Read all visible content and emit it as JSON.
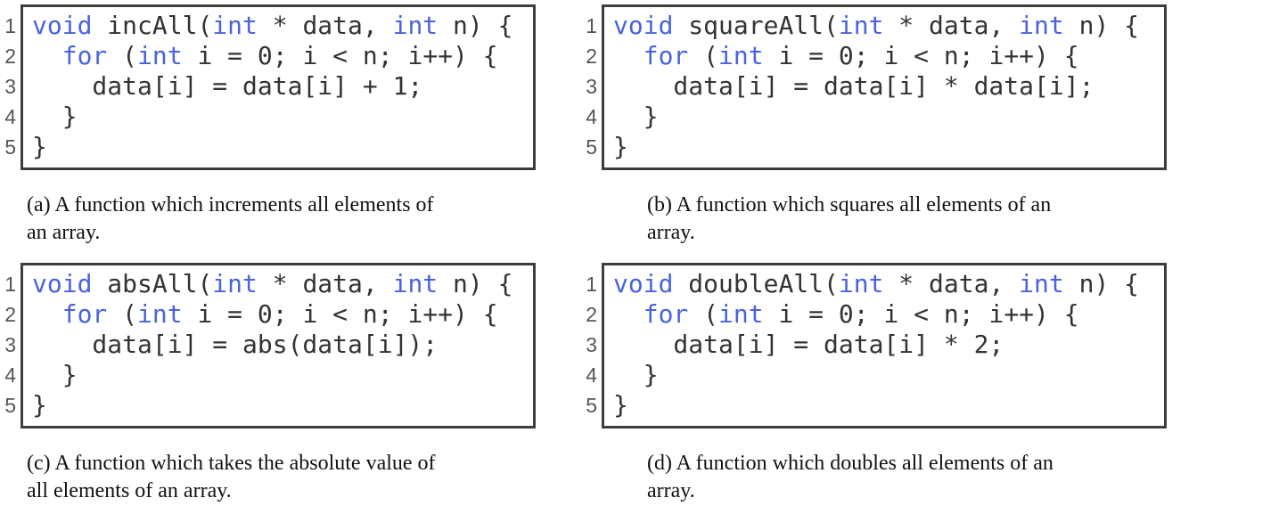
{
  "colors": {
    "keyword": "#4a63dd",
    "code_text": "#333333",
    "line_number": "#555555",
    "box_border": "#3d3d3d",
    "caption_text": "#111111",
    "background": "#ffffff"
  },
  "listings": [
    {
      "label": "a",
      "line_count": 5,
      "lines": [
        [
          {
            "k": true,
            "s": "void"
          },
          {
            "k": false,
            "s": " incAll("
          },
          {
            "k": true,
            "s": "int"
          },
          {
            "k": false,
            "s": " * data, "
          },
          {
            "k": true,
            "s": "int"
          },
          {
            "k": false,
            "s": " n) {"
          }
        ],
        [
          {
            "k": false,
            "s": "  "
          },
          {
            "k": true,
            "s": "for"
          },
          {
            "k": false,
            "s": " ("
          },
          {
            "k": true,
            "s": "int"
          },
          {
            "k": false,
            "s": " i = 0; i < n; i++) {"
          }
        ],
        [
          {
            "k": false,
            "s": "    data[i] = data[i] + 1;"
          }
        ],
        [
          {
            "k": false,
            "s": "  }"
          }
        ],
        [
          {
            "k": false,
            "s": "}"
          }
        ]
      ],
      "caption_lines": [
        "(a) A function which increments all elements of",
        "an array."
      ]
    },
    {
      "label": "b",
      "line_count": 5,
      "lines": [
        [
          {
            "k": true,
            "s": "void"
          },
          {
            "k": false,
            "s": " squareAll("
          },
          {
            "k": true,
            "s": "int"
          },
          {
            "k": false,
            "s": " * data, "
          },
          {
            "k": true,
            "s": "int"
          },
          {
            "k": false,
            "s": " n) {"
          }
        ],
        [
          {
            "k": false,
            "s": "  "
          },
          {
            "k": true,
            "s": "for"
          },
          {
            "k": false,
            "s": " ("
          },
          {
            "k": true,
            "s": "int"
          },
          {
            "k": false,
            "s": " i = 0; i < n; i++) {"
          }
        ],
        [
          {
            "k": false,
            "s": "    data[i] = data[i] * data[i];"
          }
        ],
        [
          {
            "k": false,
            "s": "  }"
          }
        ],
        [
          {
            "k": false,
            "s": "}"
          }
        ]
      ],
      "caption_lines": [
        "(b) A function which squares all elements of an",
        "array."
      ]
    },
    {
      "label": "c",
      "line_count": 5,
      "lines": [
        [
          {
            "k": true,
            "s": "void"
          },
          {
            "k": false,
            "s": " absAll("
          },
          {
            "k": true,
            "s": "int"
          },
          {
            "k": false,
            "s": " * data, "
          },
          {
            "k": true,
            "s": "int"
          },
          {
            "k": false,
            "s": " n) {"
          }
        ],
        [
          {
            "k": false,
            "s": "  "
          },
          {
            "k": true,
            "s": "for"
          },
          {
            "k": false,
            "s": " ("
          },
          {
            "k": true,
            "s": "int"
          },
          {
            "k": false,
            "s": " i = 0; i < n; i++) {"
          }
        ],
        [
          {
            "k": false,
            "s": "    data[i] = abs(data[i]);"
          }
        ],
        [
          {
            "k": false,
            "s": "  }"
          }
        ],
        [
          {
            "k": false,
            "s": "}"
          }
        ]
      ],
      "caption_lines": [
        "(c) A function which takes the absolute value of",
        "all elements of an array."
      ]
    },
    {
      "label": "d",
      "line_count": 5,
      "lines": [
        [
          {
            "k": true,
            "s": "void"
          },
          {
            "k": false,
            "s": " doubleAll("
          },
          {
            "k": true,
            "s": "int"
          },
          {
            "k": false,
            "s": " * data, "
          },
          {
            "k": true,
            "s": "int"
          },
          {
            "k": false,
            "s": " n) {"
          }
        ],
        [
          {
            "k": false,
            "s": "  "
          },
          {
            "k": true,
            "s": "for"
          },
          {
            "k": false,
            "s": " ("
          },
          {
            "k": true,
            "s": "int"
          },
          {
            "k": false,
            "s": " i = 0; i < n; i++) {"
          }
        ],
        [
          {
            "k": false,
            "s": "    data[i] = data[i] * 2;"
          }
        ],
        [
          {
            "k": false,
            "s": "  }"
          }
        ],
        [
          {
            "k": false,
            "s": "}"
          }
        ]
      ],
      "caption_lines": [
        "(d) A function which doubles all elements of an",
        "array."
      ]
    }
  ]
}
